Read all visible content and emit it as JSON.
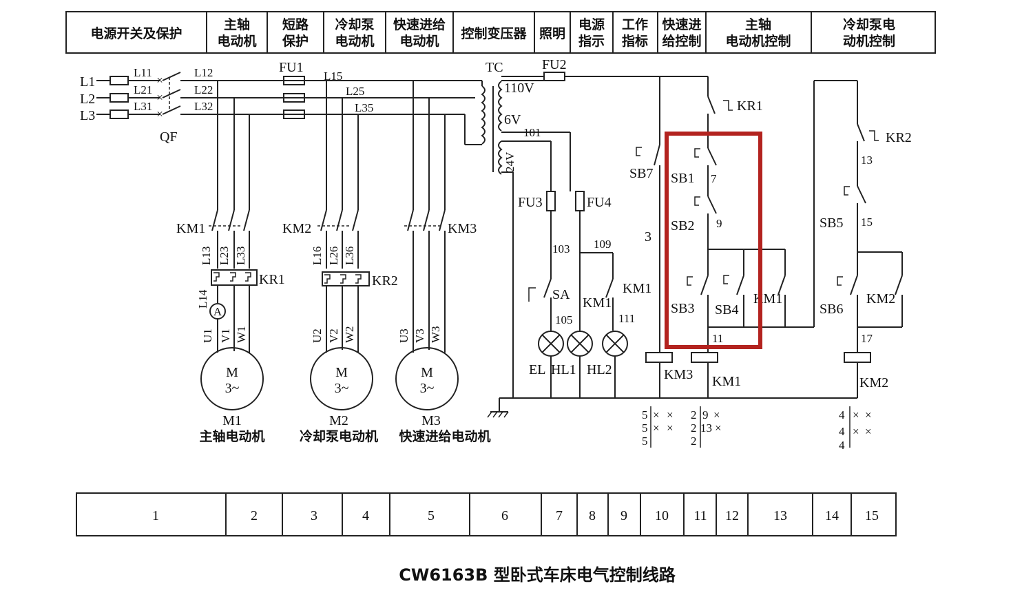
{
  "header_cells": [
    [
      "电源开关及保护"
    ],
    [
      "主轴",
      "电动机"
    ],
    [
      "短路",
      "保护"
    ],
    [
      "冷却泵",
      "电动机"
    ],
    [
      "快速进给",
      "电动机"
    ],
    [
      "控制变压器"
    ],
    [
      "照明"
    ],
    [
      "电源",
      "指示"
    ],
    [
      "工作",
      "指标"
    ],
    [
      "快速进",
      "给控制"
    ],
    [
      "主轴",
      "电动机控制"
    ],
    [
      "冷却泵电",
      "动机控制"
    ]
  ],
  "footer_cells": [
    "1",
    "2",
    "3",
    "4",
    "5",
    "6",
    "7",
    "8",
    "9",
    "10",
    "11",
    "12",
    "13",
    "14",
    "15"
  ],
  "caption": "CW6163B 型卧式车床电气控制线路",
  "lines": {
    "l1": "L1",
    "l2": "L2",
    "l3": "L3",
    "l11": "L11",
    "l21": "L21",
    "l31": "L31",
    "l12": "L12",
    "l22": "L22",
    "l32": "L32",
    "qf": "QF",
    "fu1": "FU1",
    "l15": "L15",
    "l25": "L25",
    "l35": "L35"
  },
  "motor1": {
    "km": "KM1",
    "l13": "L13",
    "l23": "L23",
    "l33": "L33",
    "kr": "KR1",
    "l14": "L14",
    "amm": "A",
    "u": "U1",
    "v": "V1",
    "w": "W1",
    "m": "M",
    "phase": "3~",
    "name": "M1",
    "desc": "主轴电动机"
  },
  "motor2": {
    "km": "KM2",
    "l16": "L16",
    "l26": "L26",
    "l36": "L36",
    "kr": "KR2",
    "u": "U2",
    "v": "V2",
    "w": "W2",
    "m": "M",
    "phase": "3~",
    "name": "M2",
    "desc": "冷却泵电动机"
  },
  "motor3": {
    "km": "KM3",
    "u": "U3",
    "v": "V3",
    "w": "W3",
    "m": "M",
    "phase": "3~",
    "name": "M3",
    "desc": "快速进给电动机"
  },
  "xfmr": {
    "tc": "TC",
    "fu2": "FU2",
    "v110": "110V",
    "v6": "6V",
    "n101": "101",
    "v24": "24V",
    "fu3": "FU3",
    "fu4": "FU4",
    "n103": "103",
    "n109": "109",
    "sa": "SA",
    "km1b": "KM1",
    "km1c": "KM1",
    "n105": "105",
    "n111": "111",
    "el": "EL",
    "hl1": "HL1",
    "hl2": "HL2"
  },
  "ctrl": {
    "kr1": "KR1",
    "sb7": "SB7",
    "sb1": "SB1",
    "n7": "7",
    "sb2": "SB2",
    "n9": "9",
    "n3": "3",
    "sb3": "SB3",
    "sb4": "SB4",
    "km1": "KM1",
    "n11": "11",
    "km3": "KM3",
    "km1coil": "KM1",
    "kr2": "KR2",
    "n13": "13",
    "sb5": "SB5",
    "n15": "15",
    "sb6": "SB6",
    "km2": "KM2",
    "n17": "17",
    "km2coil": "KM2"
  },
  "contacts": {
    "km3": [
      "5",
      "5",
      "5"
    ],
    "km1a": [
      "2",
      "2",
      "2"
    ],
    "km1b": [
      "9",
      "13"
    ],
    "km2": [
      "4",
      "4",
      "4"
    ]
  },
  "highlight_color": "#b3231f"
}
